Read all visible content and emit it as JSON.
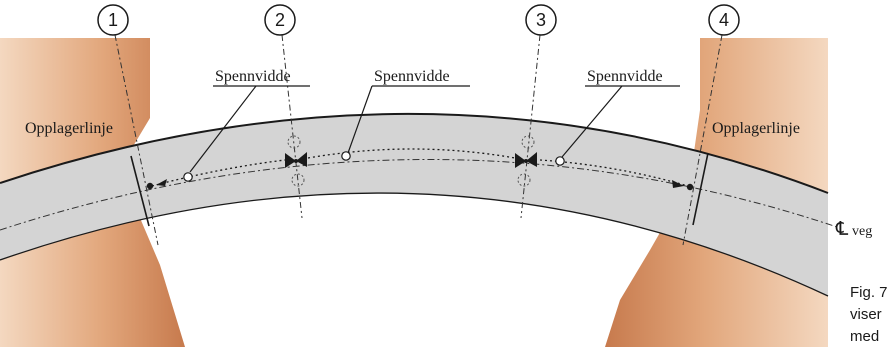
{
  "diagram": {
    "support_labels": {
      "left": "Opplagerlinje",
      "right": "Opplagerlinje"
    },
    "span_labels": [
      "Spennvidde",
      "Spennvidde",
      "Spennvidde"
    ],
    "axis_numbers": [
      "1",
      "2",
      "3",
      "4"
    ],
    "centerline": {
      "symbol": "℄",
      "subscript": "veg"
    },
    "caption_lines": [
      "Fig. 7",
      "viser",
      "med"
    ]
  },
  "colors": {
    "rock_light": "#f2cfb0",
    "rock_mid": "#dd9c6c",
    "rock_dark": "#c4764a",
    "deck_fill": "#d4d4d4",
    "line": "#1a1a1a"
  }
}
